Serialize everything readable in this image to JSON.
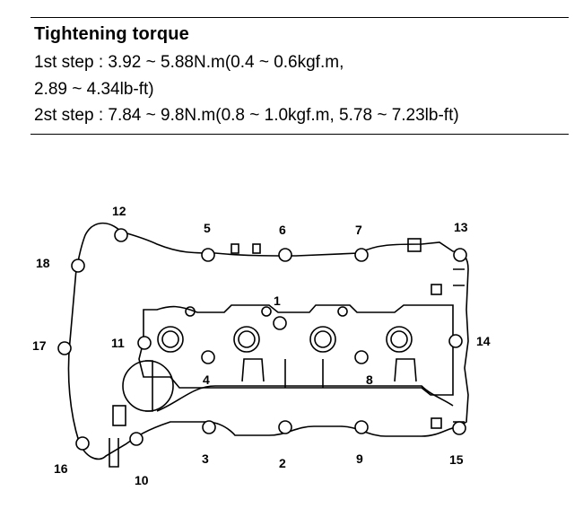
{
  "torque": {
    "title": "Tightening torque",
    "step1_line1": "1st step :  3.92 ~ 5.88N.m(0.4 ~ 0.6kgf.m,",
    "step1_line2": "2.89 ~ 4.34lb-ft)",
    "step2": "2st step : 7.84 ~ 9.8N.m(0.8 ~ 1.0kgf.m, 5.78 ~ 7.23lb-ft)"
  },
  "bolts": {
    "b1": "1",
    "b2": "2",
    "b3": "3",
    "b4": "4",
    "b5": "5",
    "b6": "6",
    "b7": "7",
    "b8": "8",
    "b9": "9",
    "b10": "10",
    "b11": "11",
    "b12": "12",
    "b13": "13",
    "b14": "14",
    "b15": "15",
    "b16": "16",
    "b17": "17",
    "b18": "18"
  }
}
